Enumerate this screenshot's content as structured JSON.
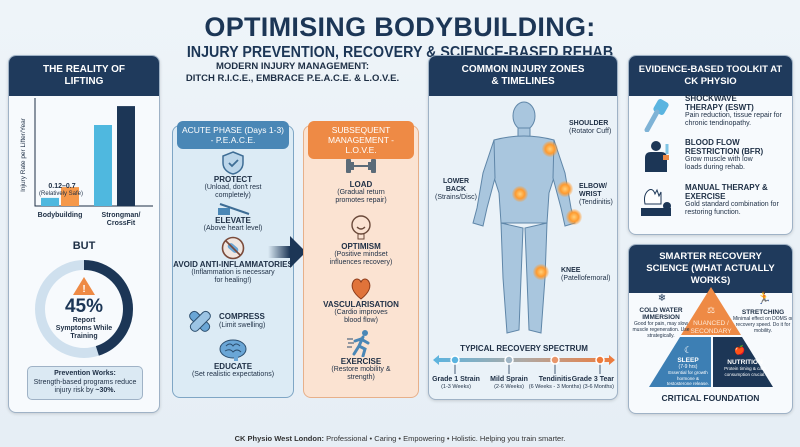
{
  "header": {
    "title": "OPTIMISING BODYBUILDING:",
    "subtitle": "INJURY PREVENTION, RECOVERY & SCIENCE-BASED REHAB"
  },
  "reality": {
    "title": "THE REALITY OF LIFTING",
    "but": "BUT",
    "donut": {
      "value": "45%",
      "fraction": 0.45,
      "label": "Report Symptoms While Training",
      "track_color": "#cfe0ee",
      "fill_color": "#1c3656"
    },
    "callout": {
      "title": "Prevention Works:",
      "text": "Strength-based programs reduce injury risk by ",
      "emph": "~30%."
    }
  },
  "chart_data": {
    "type": "bar",
    "ylabel": "Injury Rate per Lifter/Year",
    "categories": [
      "Bodybuilding",
      "Strongman/ CrossFit"
    ],
    "series": [
      {
        "values": [
          0.3,
          3.0
        ],
        "color": "#4fb8df"
      },
      {
        "values": [
          0.7,
          3.7
        ],
        "color_bodybuilding": "#f5984a",
        "color_strongman": "#1c3656"
      }
    ],
    "annotation": {
      "value": "0.12–0.7",
      "note": "(Relatively Safe)"
    },
    "grid": false
  },
  "management": {
    "title": "MODERN INJURY MANAGEMENT:",
    "subtitle": "DITCH R.I.C.E., EMBRACE P.E.A.C.E. & L.O.V.E.",
    "acute": {
      "label": "ACUTE PHASE (Days 1-3) - P.E.A.C.E.",
      "color": "#4a87b6",
      "items": [
        {
          "icon": "shield-check-icon",
          "name": "PROTECT",
          "desc": "(Unload, don't rest completely)"
        },
        {
          "icon": "elevated-leg-icon",
          "name": "ELEVATE",
          "desc": "(Above heart level)"
        },
        {
          "icon": "no-pill-icon",
          "name": "AVOID ANTI-INFLAMMATORIES",
          "desc": "(Inflammation is necessary for healing!)"
        },
        {
          "icon": "bandage-icon",
          "name": "COMPRESS",
          "desc": "(Limit swelling)"
        },
        {
          "icon": "brain-icon",
          "name": "EDUCATE",
          "desc": "(Set realistic expectations)"
        }
      ]
    },
    "love": {
      "label": "SUBSEQUENT MANAGEMENT - L.O.V.E.",
      "color": "#ee8a45",
      "items": [
        {
          "icon": "dumbbell-icon",
          "name": "LOAD",
          "desc": "(Gradual return promotes repair)"
        },
        {
          "icon": "smiling-head-icon",
          "name": "OPTIMISM",
          "desc": "(Positive mindset influences recovery)"
        },
        {
          "icon": "heart-icon",
          "name": "VASCULARISATION",
          "desc": "(Cardio improves blood flow)"
        },
        {
          "icon": "runner-icon",
          "name": "EXERCISE",
          "desc": "(Restore mobility & strength)"
        }
      ]
    }
  },
  "zones": {
    "title": "COMMON INJURY ZONES & TIMELINES",
    "labels": [
      {
        "name": "SHOULDER",
        "desc": "(Rotator Cuff)"
      },
      {
        "name": "LOWER BACK",
        "desc": "(Strains/Disc)"
      },
      {
        "name": "ELBOW/ WRIST",
        "desc": "(Tendinitis)"
      },
      {
        "name": "KNEE",
        "desc": "(Patellofemoral)"
      }
    ],
    "spectrum_title": "TYPICAL RECOVERY SPECTRUM",
    "spectrum": [
      {
        "name": "Grade 1 Strain",
        "time": "(1-3 Weeks)"
      },
      {
        "name": "Mild Sprain",
        "time": "(2-6 Weeks)"
      },
      {
        "name": "Tendinitis",
        "time": "(6 Weeks - 3 Months)"
      },
      {
        "name": "Grade 3 Tear",
        "time": "(3-6 Months)"
      }
    ]
  },
  "toolkit": {
    "title": "EVIDENCE-BASED TOOLKIT AT CK PHYSIO",
    "items": [
      {
        "icon": "shockwave-device-icon",
        "name": "SHOCKWAVE THERAPY (ESWT)",
        "desc": "Pain reduction, tissue repair for chronic tendinopathy."
      },
      {
        "icon": "bfr-cuff-icon",
        "name": "BLOOD FLOW RESTRICTION (BFR)",
        "desc": "Grow muscle with low loads during rehab."
      },
      {
        "icon": "manual-therapy-icon",
        "name": "MANUAL THERAPY & EXERCISE",
        "desc": "Gold standard combination for restoring function."
      }
    ]
  },
  "recovery": {
    "title": "SMARTER RECOVERY SCIENCE (WHAT ACTUALLY WORKS)",
    "cold": {
      "name": "COLD WATER IMMERSION",
      "desc": "Good for pain, may slow muscle regeneration. Use strategically."
    },
    "stretch": {
      "name": "STRETCHING",
      "desc": "Minimal effect on DOMS or recovery speed. Do it for mobility."
    },
    "top": "NUANCED / SECONDARY",
    "sleep": {
      "name": "SLEEP",
      "hours": "(7-9 hrs)",
      "desc": "Essential for growth hormone & testosterone release."
    },
    "nutrition": {
      "name": "NUTRITION",
      "desc": "Protein timing & carb consumption crucial."
    },
    "foundation": "CRITICAL FOUNDATION"
  },
  "footer": {
    "brand": "CK Physio West London:",
    "text": " Professional • Caring • Empowering • Holistic. Helping you train smarter."
  }
}
